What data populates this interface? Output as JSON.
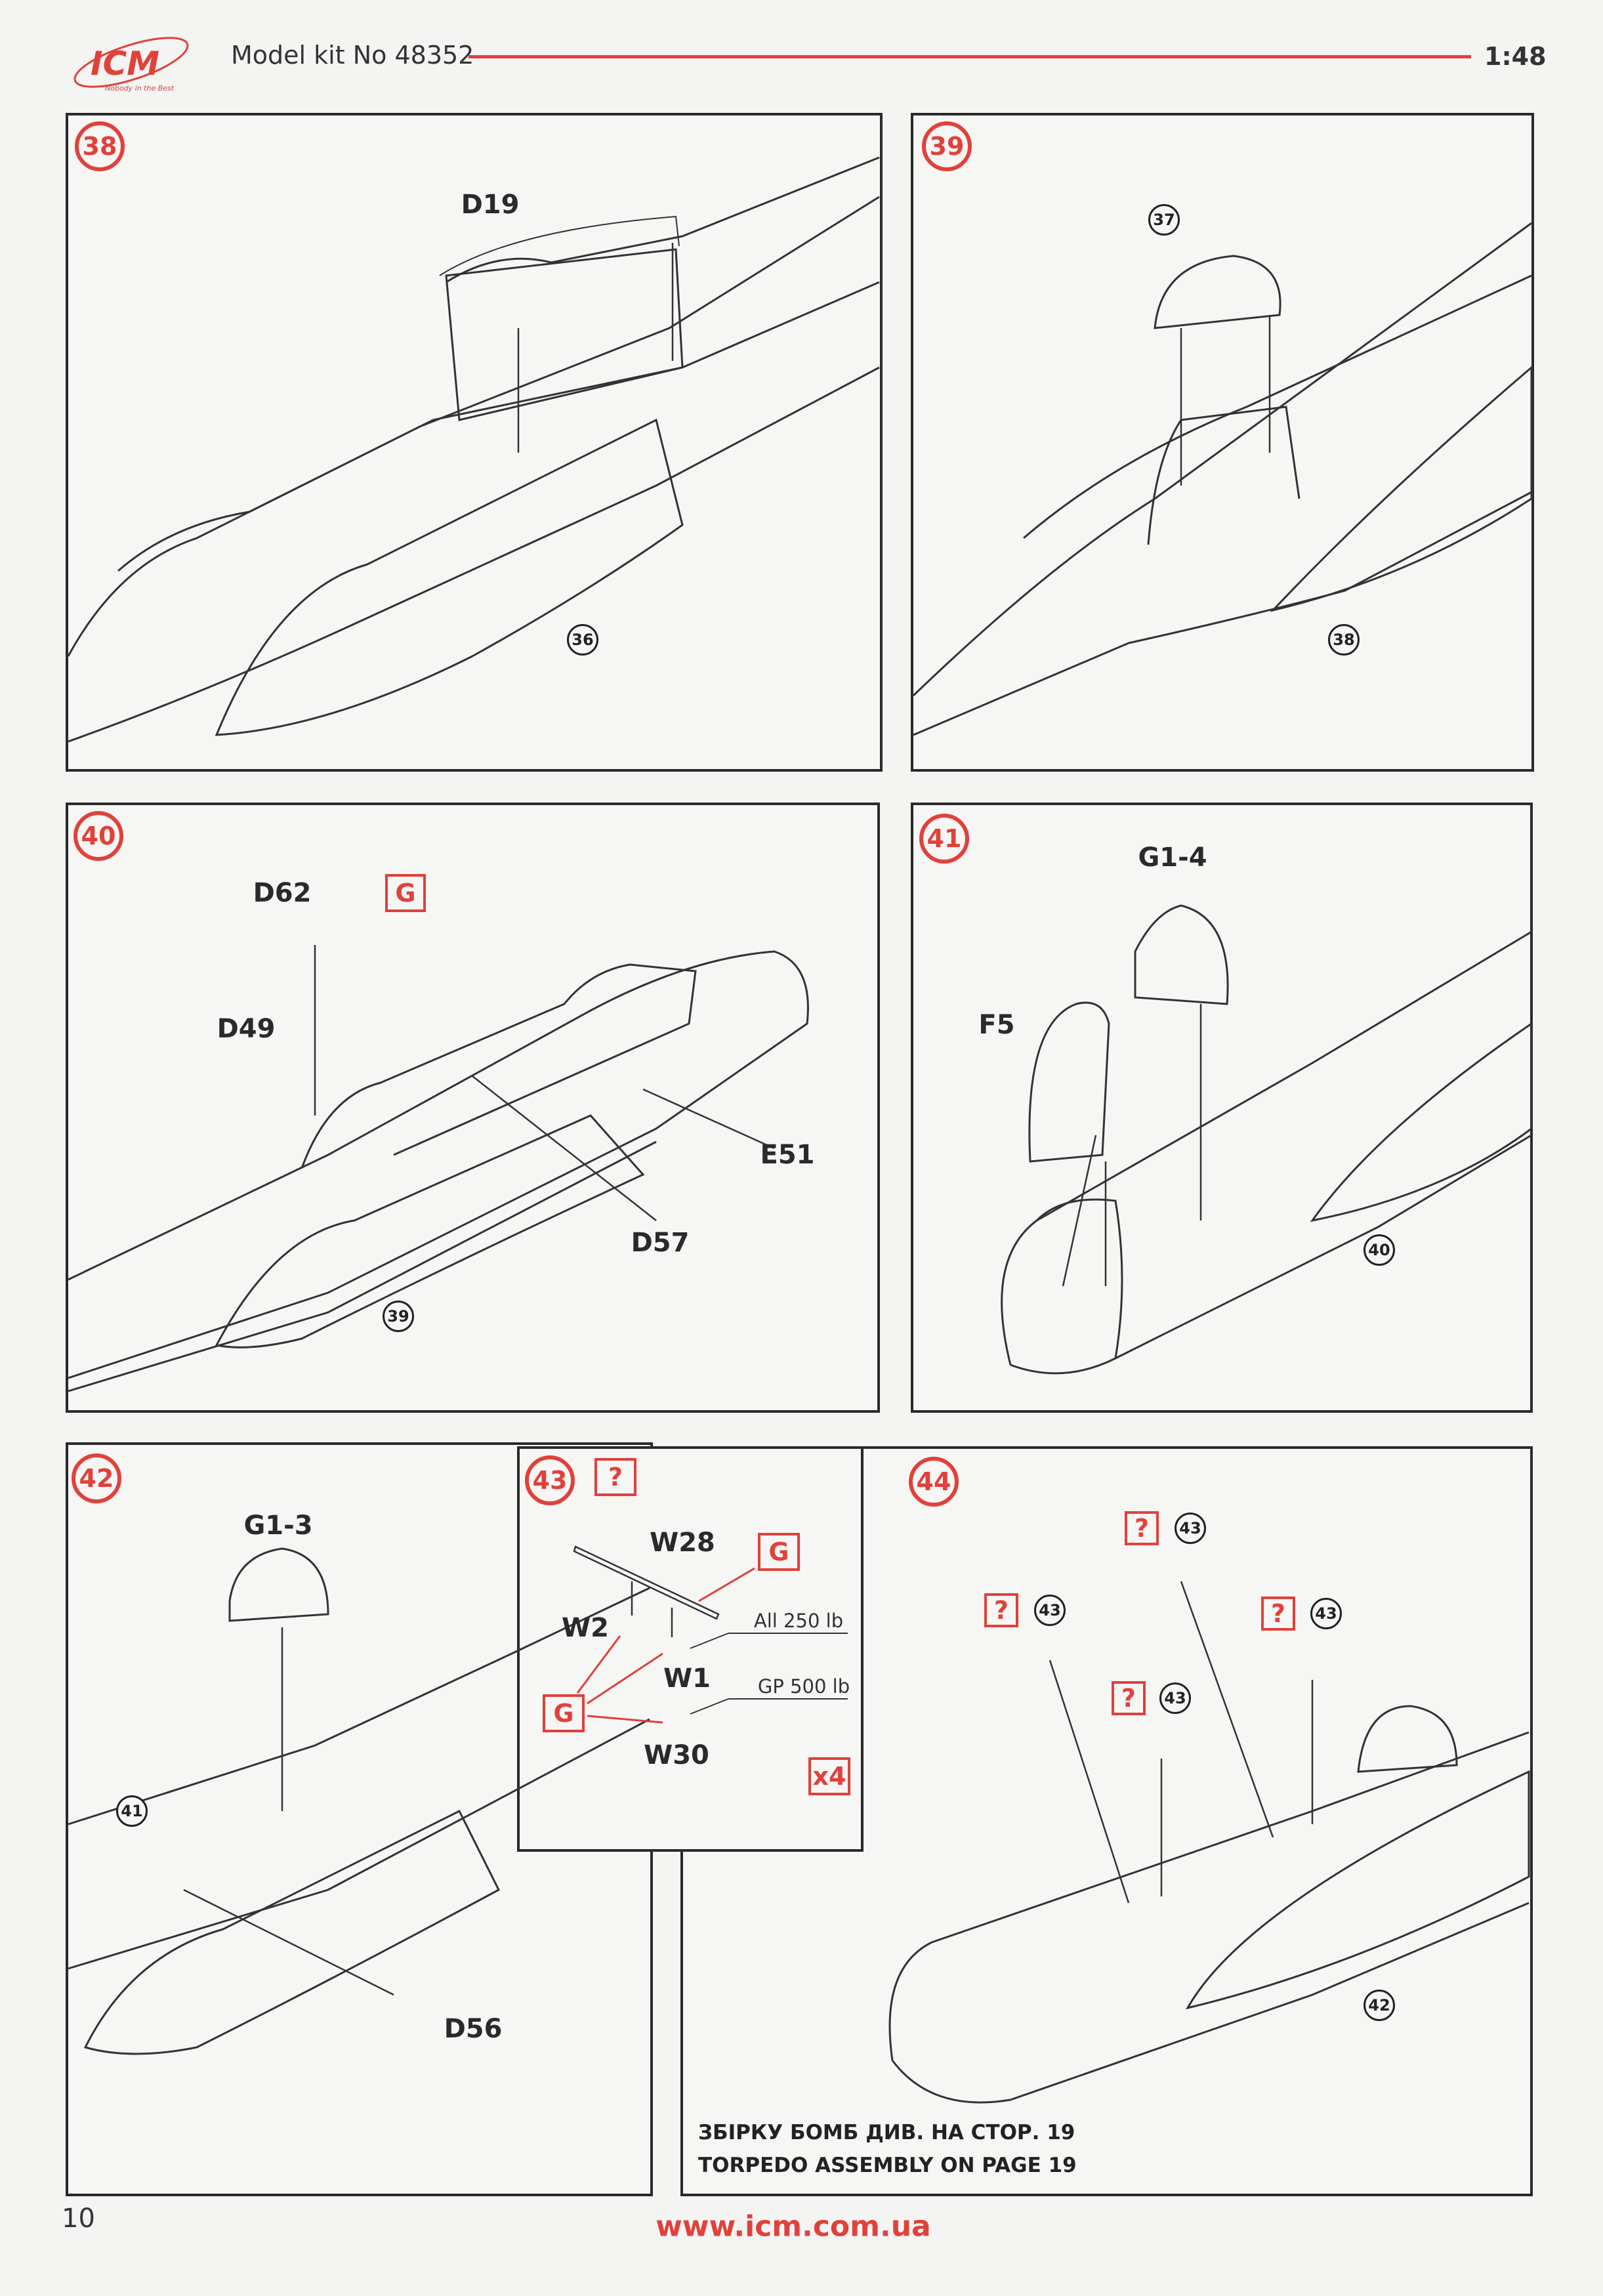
{
  "header": {
    "logo_text": "ICM",
    "logo_tagline": "Nobody in the Best",
    "kit_label": "Model kit No 48352",
    "scale": "1:48",
    "accent_color": "#e0413a"
  },
  "steps": {
    "s38": {
      "number": "38",
      "parts": [
        "D19"
      ],
      "refs": [
        "36"
      ]
    },
    "s39": {
      "number": "39",
      "refs": [
        "37",
        "38"
      ]
    },
    "s40": {
      "number": "40",
      "parts": [
        "D62",
        "D49",
        "E51",
        "D57"
      ],
      "glue": "G",
      "refs": [
        "39"
      ]
    },
    "s41": {
      "number": "41",
      "parts": [
        "G1-4",
        "F5"
      ],
      "refs": [
        "40"
      ]
    },
    "s42": {
      "number": "42",
      "parts": [
        "G1-3",
        "D56"
      ],
      "refs": [
        "41"
      ]
    },
    "s43": {
      "number": "43",
      "option": "?",
      "parts": [
        "W28",
        "W2",
        "W1",
        "W30"
      ],
      "glue": "G",
      "notes": [
        "All 250 lb",
        "GP 500 lb"
      ],
      "count": "x4"
    },
    "s44": {
      "number": "44",
      "option": "?",
      "refs": [
        "43",
        "42"
      ],
      "info_ua": "ЗБІРКУ БОМБ ДИВ. НА СТОР. 19",
      "info_en": "TORPEDO ASSEMBLY ON PAGE 19"
    }
  },
  "footer": {
    "page_number": "10",
    "website": "www.icm.com.ua"
  }
}
